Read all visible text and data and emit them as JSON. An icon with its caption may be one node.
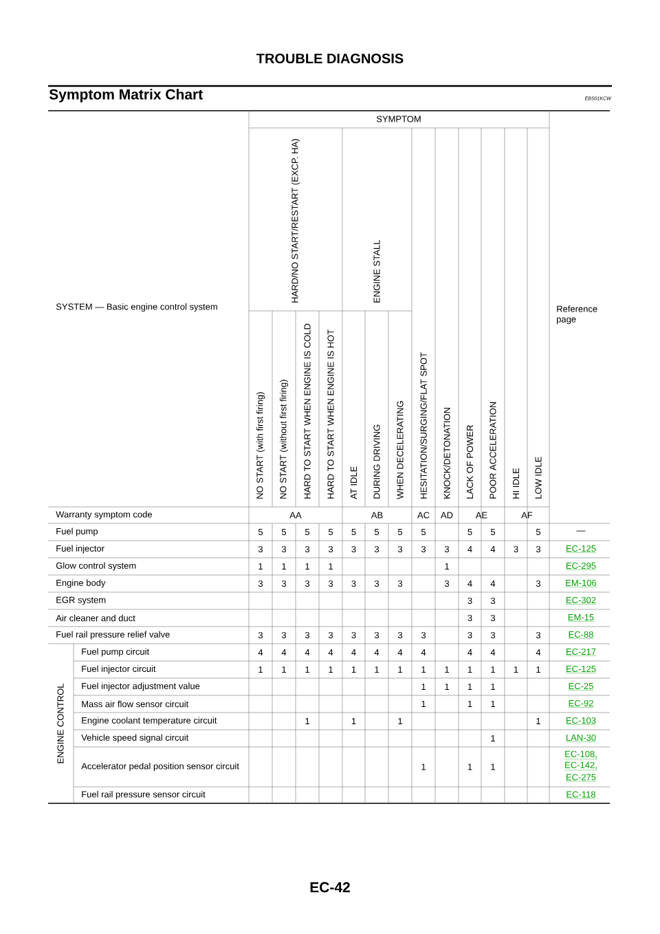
{
  "diagram": {
    "title": "Symptom Matrix Chart",
    "labels": [
      "TROUBLE DIAGNOSIS",
      "EBS01KCW",
      "SYSTEM — Basic engine control system",
      "SYMPTOM",
      "HARD/NO START/RESTART (EXCP. HA)",
      "ENGINE STALL",
      "HESITATION/SURGING/FLAT SPOT",
      "KNOCK/DETONATION",
      "LACK OF POWER",
      "POOR ACCELERATION",
      "HI IDLE",
      "LOW IDLE",
      "Reference page",
      "NO START (with first firing)",
      "NO START (without first firing)",
      "HARD TO START WHEN ENGINE IS COLD",
      "HARD TO START WHEN ENGINE IS HOT",
      "AT IDLE",
      "DURING DRIVING",
      "WHEN DECELERATING",
      "Warranty symptom code",
      "AA",
      "AB",
      "AC",
      "AD",
      "AE",
      "AF",
      "Fuel pump",
      "5",
      "5",
      "5",
      "5",
      "5",
      "5",
      "5",
      "5",
      "5",
      "5",
      "5",
      "—",
      "Fuel injector",
      "3",
      "3",
      "3",
      "3",
      "3",
      "3",
      "3",
      "3",
      "3",
      "4",
      "4",
      "3",
      "3",
      "EC-125",
      "Glow control system",
      "1",
      "1",
      "1",
      "1",
      "1",
      "EC-295",
      "Engine body",
      "3",
      "3",
      "3",
      "3",
      "3",
      "3",
      "3",
      "3",
      "4",
      "4",
      "3",
      "EM-106",
      "EGR system",
      "3",
      "3",
      "EC-302",
      "Air cleaner and duct",
      "3",
      "3",
      "EM-15",
      "Fuel rail pressure relief valve",
      "3",
      "3",
      "3",
      "3",
      "3",
      "3",
      "3",
      "3",
      "3",
      "3",
      "3",
      "EC-88",
      "ENGINE CONTROL",
      "Fuel pump circuit",
      "4",
      "4",
      "4",
      "4",
      "4",
      "4",
      "4",
      "4",
      "4",
      "4",
      "4",
      "EC-217",
      "Fuel injector circuit",
      "1",
      "1",
      "1",
      "1",
      "1",
      "1",
      "1",
      "1",
      "1",
      "1",
      "1",
      "1",
      "1",
      "EC-125",
      "Fuel injector adjustment value",
      "1",
      "1",
      "1",
      "1",
      "EC-25",
      "Mass air flow sensor circuit",
      "1",
      "1",
      "1",
      "EC-92",
      "Engine coolant temperature circuit",
      "1",
      "1",
      "1",
      "1",
      "EC-103",
      "Vehicle speed signal circuit",
      "1",
      "LAN-30",
      "Accelerator pedal position sensor circuit",
      "1",
      "1",
      "1",
      "EC-108,",
      "EC-142,",
      "EC-275",
      "Fuel rail pressure sensor circuit",
      "EC-118",
      "EC-42"
    ]
  }
}
